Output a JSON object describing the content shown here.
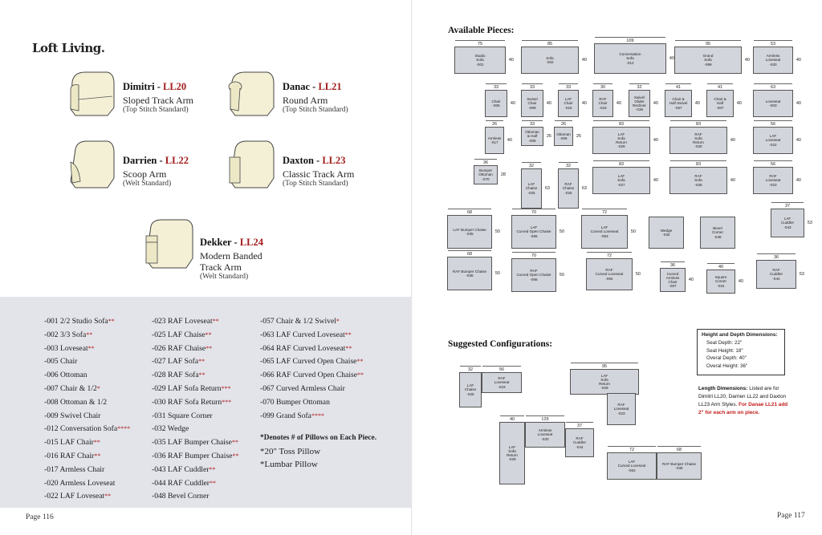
{
  "brand": "Loft Living.",
  "chairs": [
    {
      "name": "Dimitri",
      "code": "LL20",
      "arm": "Sloped Track Arm",
      "std": "(Top Stitch Standard)"
    },
    {
      "name": "Danac",
      "code": "LL21",
      "arm": "Round Arm",
      "std": "(Top Stitch Standard)"
    },
    {
      "name": "Darrien",
      "code": "LL22",
      "arm": "Scoop Arm",
      "std": "(Welt Standard)"
    },
    {
      "name": "Daxton",
      "code": "LL23",
      "arm": "Classic Track Arm",
      "std": "(Top Stitch Standard)"
    },
    {
      "name": "Dekker",
      "code": "LL24",
      "arm": "Modern Banded",
      "arm2": "Track Arm",
      "std": "(Welt Standard)"
    }
  ],
  "list": {
    "col1": [
      {
        "t": "-001 2/2 Studio Sofa",
        "s": "**"
      },
      {
        "t": "-002 3/3 Sofa",
        "s": "**"
      },
      {
        "t": "-003 Loveseat",
        "s": "**"
      },
      {
        "t": "-005 Chair",
        "s": ""
      },
      {
        "t": "-006 Ottoman",
        "s": ""
      },
      {
        "t": "-007 Chair & 1/2",
        "s": "*"
      },
      {
        "t": "-008 Ottoman & 1/2",
        "s": ""
      },
      {
        "t": "-009 Swivel Chair",
        "s": ""
      },
      {
        "t": "-012 Conversation Sofa",
        "s": "****"
      },
      {
        "t": "-015 LAF Chair",
        "s": "**"
      },
      {
        "t": "-016 RAF Chair",
        "s": "**"
      },
      {
        "t": "-017 Armless Chair",
        "s": ""
      },
      {
        "t": "-020 Armless Loveseat",
        "s": ""
      },
      {
        "t": "-022 LAF Loveseat",
        "s": "**"
      }
    ],
    "col2": [
      {
        "t": "-023 RAF Loveseat",
        "s": "**"
      },
      {
        "t": "-025 LAF Chaise",
        "s": "**"
      },
      {
        "t": "-026 RAF Chaise",
        "s": "**"
      },
      {
        "t": "-027 LAF Sofa",
        "s": "**"
      },
      {
        "t": "-028 RAF Sofa",
        "s": "**"
      },
      {
        "t": "-029 LAF Sofa Return",
        "s": "***"
      },
      {
        "t": "-030 RAF Sofa Return",
        "s": "***"
      },
      {
        "t": "-031 Square Corner",
        "s": ""
      },
      {
        "t": "-032 Wedge",
        "s": ""
      },
      {
        "t": "-035 LAF Bumper Chaise",
        "s": "**"
      },
      {
        "t": "-036 RAF Bumper Chaise",
        "s": "**"
      },
      {
        "t": "-043 LAF Cuddler",
        "s": "**"
      },
      {
        "t": "-044 RAF Cuddler",
        "s": "**"
      },
      {
        "t": "-048 Bevel Corner",
        "s": ""
      }
    ],
    "col3": [
      {
        "t": "-057 Chair & 1/2 Swivel",
        "s": "*"
      },
      {
        "t": "-063 LAF Curved Loveseat",
        "s": "**"
      },
      {
        "t": "-064 RAF Curved Loveseat",
        "s": "**"
      },
      {
        "t": "-065 LAF Curved Open Chaise",
        "s": "**"
      },
      {
        "t": "-066 RAF Curved Open Chaise",
        "s": "**"
      },
      {
        "t": "-067 Curved Armless Chair",
        "s": ""
      },
      {
        "t": "-070 Bumper Ottoman",
        "s": ""
      },
      {
        "t": "-099 Grand Sofa",
        "s": "****"
      }
    ]
  },
  "notes": {
    "heading": "*Denotes # of Pillows on Each Piece.",
    "toss": "*20\" Toss Pillow",
    "lumbar": "*Lumbar Pillow"
  },
  "page_left": "Page 116",
  "page_right": "Page 117",
  "available_title": "Available Pieces:",
  "suggested_title": "Suggested Configurations:",
  "pieces": [
    {
      "label": "Studio\nSofa\n-001",
      "w": "75",
      "d": "40"
    },
    {
      "label": "Sofa\n-002",
      "w": "85",
      "d": "40"
    },
    {
      "label": "Conversation\nSofa\n-012",
      "w": "109",
      "d": "40"
    },
    {
      "label": "Grand\nSofa\n-099",
      "w": "95",
      "d": "40"
    },
    {
      "label": "Armless\nLoveseat\n-020",
      "w": "53",
      "d": "40"
    },
    {
      "label": "Chair\n-005",
      "w": "33",
      "d": "40"
    },
    {
      "label": "Swivel\nChair\n-009",
      "w": "33",
      "d": "40"
    },
    {
      "label": "LAF\nChair\n-015",
      "w": "33",
      "d": "40"
    },
    {
      "label": "RAF\nChair\n-016",
      "w": "30",
      "d": "40"
    },
    {
      "label": "Swivel\nGlider\nRecliner\n-036",
      "w": "32",
      "d": "40"
    },
    {
      "label": "Chair &\nHalf Swivel\n-057",
      "w": "41",
      "d": "40"
    },
    {
      "label": "Chair &\nHalf\n-007",
      "w": "41",
      "d": "40"
    },
    {
      "label": "Loveseat\n-003",
      "w": "63",
      "d": "40"
    },
    {
      "label": "Armless\n-017",
      "w": "26",
      "d": "40"
    },
    {
      "label": "Ottoman\n& Half\n-008",
      "w": "33",
      "d": "26"
    },
    {
      "label": "Ottoman\n-006",
      "w": "26",
      "d": "26"
    },
    {
      "label": "LAF\nSofa\nReturn\n-029",
      "w": "83",
      "d": "40"
    },
    {
      "label": "RAF\nSofa\nReturn\n-030",
      "w": "83",
      "d": "40"
    },
    {
      "label": "LAF\nLoveseat\n-022",
      "w": "56",
      "d": "40"
    },
    {
      "label": "Bumper\nOttoman\n-070",
      "w": "36",
      "d": "28"
    },
    {
      "label": "LAF\nChaise\n-025",
      "w": "32",
      "d": "63"
    },
    {
      "label": "RAF\nChaise\n-026",
      "w": "32",
      "d": "63"
    },
    {
      "label": "LAF\nSofa\n-027",
      "w": "83",
      "d": "40"
    },
    {
      "label": "RAF\nSofa\n-028",
      "w": "83",
      "d": "40"
    },
    {
      "label": "RAF\nLoveseat\n-023",
      "w": "56",
      "d": "40"
    },
    {
      "label": "LAF Bumper Chaise\n-035",
      "w": "68",
      "d": "50"
    },
    {
      "label": "LAF\nCurved Open Chaise\n-065",
      "w": "70",
      "d": "50"
    },
    {
      "label": "LAF\nCurved Loveseat\n-063",
      "w": "72",
      "d": "50"
    },
    {
      "label": "Wedge\n-032",
      "w": "",
      "d": ""
    },
    {
      "label": "Bevel\nCorner\n-048",
      "w": "",
      "d": ""
    },
    {
      "label": "LAF\nCuddler\n-043",
      "w": "37",
      "d": "53"
    },
    {
      "label": "RAF Bumper Chaise\n-036",
      "w": "68",
      "d": "50"
    },
    {
      "label": "RAF\nCurved Open Chaise\n-066",
      "w": "70",
      "d": "50"
    },
    {
      "label": "RAF\nCurved Loveseat\n-064",
      "w": "72",
      "d": "50"
    },
    {
      "label": "Curved\nArmless\nChair\n-067",
      "w": "36",
      "d": "40"
    },
    {
      "label": "Square\nCorner\n-031",
      "w": "40",
      "d": "40"
    },
    {
      "label": "RAF\nCuddler\n-044",
      "w": "36",
      "d": "53"
    }
  ],
  "configs": [
    {
      "label": "LAF\nChaise\n-025",
      "w": "32"
    },
    {
      "label": "RAF\nLoveseat\n-023",
      "w": "56"
    },
    {
      "label": "LAF\nSofa\nReturn\n-029",
      "w": "95"
    },
    {
      "label": "RAF\nLoveseat\n-023",
      "w": ""
    },
    {
      "label": "LAF\nSofa\nReturn\n-029",
      "w": "40"
    },
    {
      "label": "Armless\nLoveseat\n-020",
      "w": "129"
    },
    {
      "label": "RAF\nCuddler\n-044",
      "w": "37"
    },
    {
      "label": "LAF\nCurved Loveseat\n-063",
      "w": "72"
    },
    {
      "label": "RAF Bumper Chaise\n-036",
      "w": "68"
    }
  ],
  "dims": {
    "heading": "Height and Depth Dimensions:",
    "seat_depth": "Seat Depth: 22\"",
    "seat_height": "Seat Height: 18\"",
    "overall_depth": "Overal Depth: 40\"",
    "overall_height": "Overal Height: 36\""
  },
  "length_note": {
    "label": "Length Dimensions:",
    "text": "Listed are for Dimitri LL20, Darrien LL22 and Daxton LL23 Arm Styles.",
    "red": "For Danae LL21 add 2\" for each arm on piece."
  },
  "colors": {
    "accent": "#a31d1d",
    "panel": "#e2e4ea",
    "piece": "#d3d5dc"
  }
}
